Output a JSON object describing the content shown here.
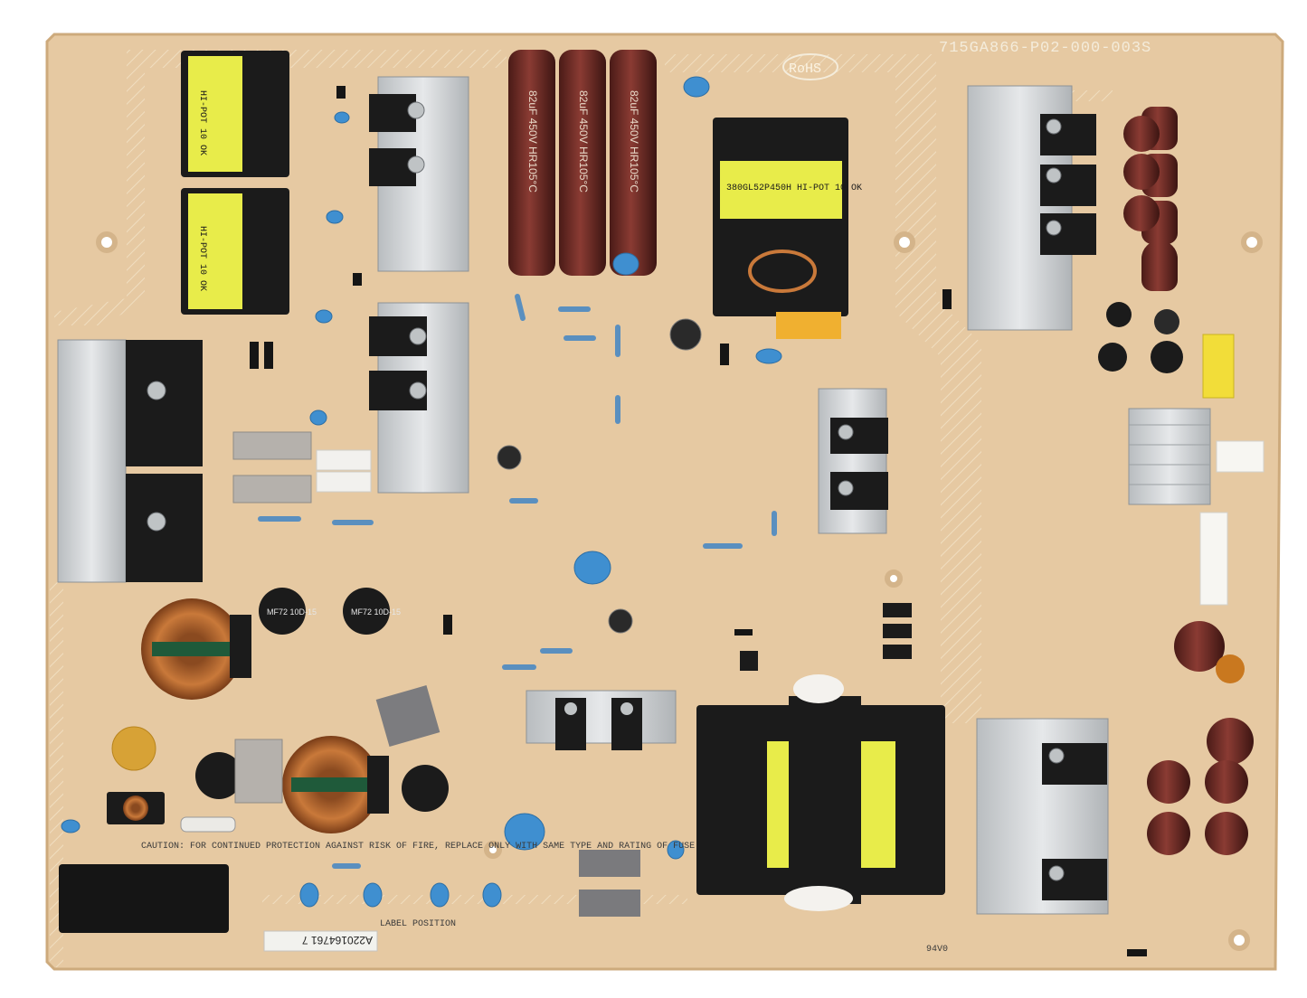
{
  "board": {
    "part_number": "715GA866-P02-000-003S",
    "rohs_mark": "RoHS",
    "label_position": "LABEL POSITION",
    "serial_sticker": "A220164761 7",
    "ul_mark": "94V0",
    "caution_text": "CAUTION: FOR CONTINUED PROTECTION AGAINST RISK OF FIRE, REPLACE ONLY WITH SAME TYPE AND RATING OF FUSE"
  },
  "colors": {
    "pcb": "#e6c9a2",
    "pcb_edge": "#d9b88e",
    "heatsink": "#cfd3d6",
    "capacitor": "#6a2b25",
    "transformer_yellow": "#e8ec4a",
    "ferrite_black": "#1b1b1b",
    "copper": "#b7652c",
    "y_cap_blue": "#3f8fd0"
  },
  "components": {
    "bulk_cap_label": "82uF 450V HR105°C",
    "main_transformer_label": "380GL52P450H HI-POT 10 OK",
    "pfc_inductor_label": "HI-POT 10 OK",
    "ntc_label": "MF72 10D-15"
  }
}
